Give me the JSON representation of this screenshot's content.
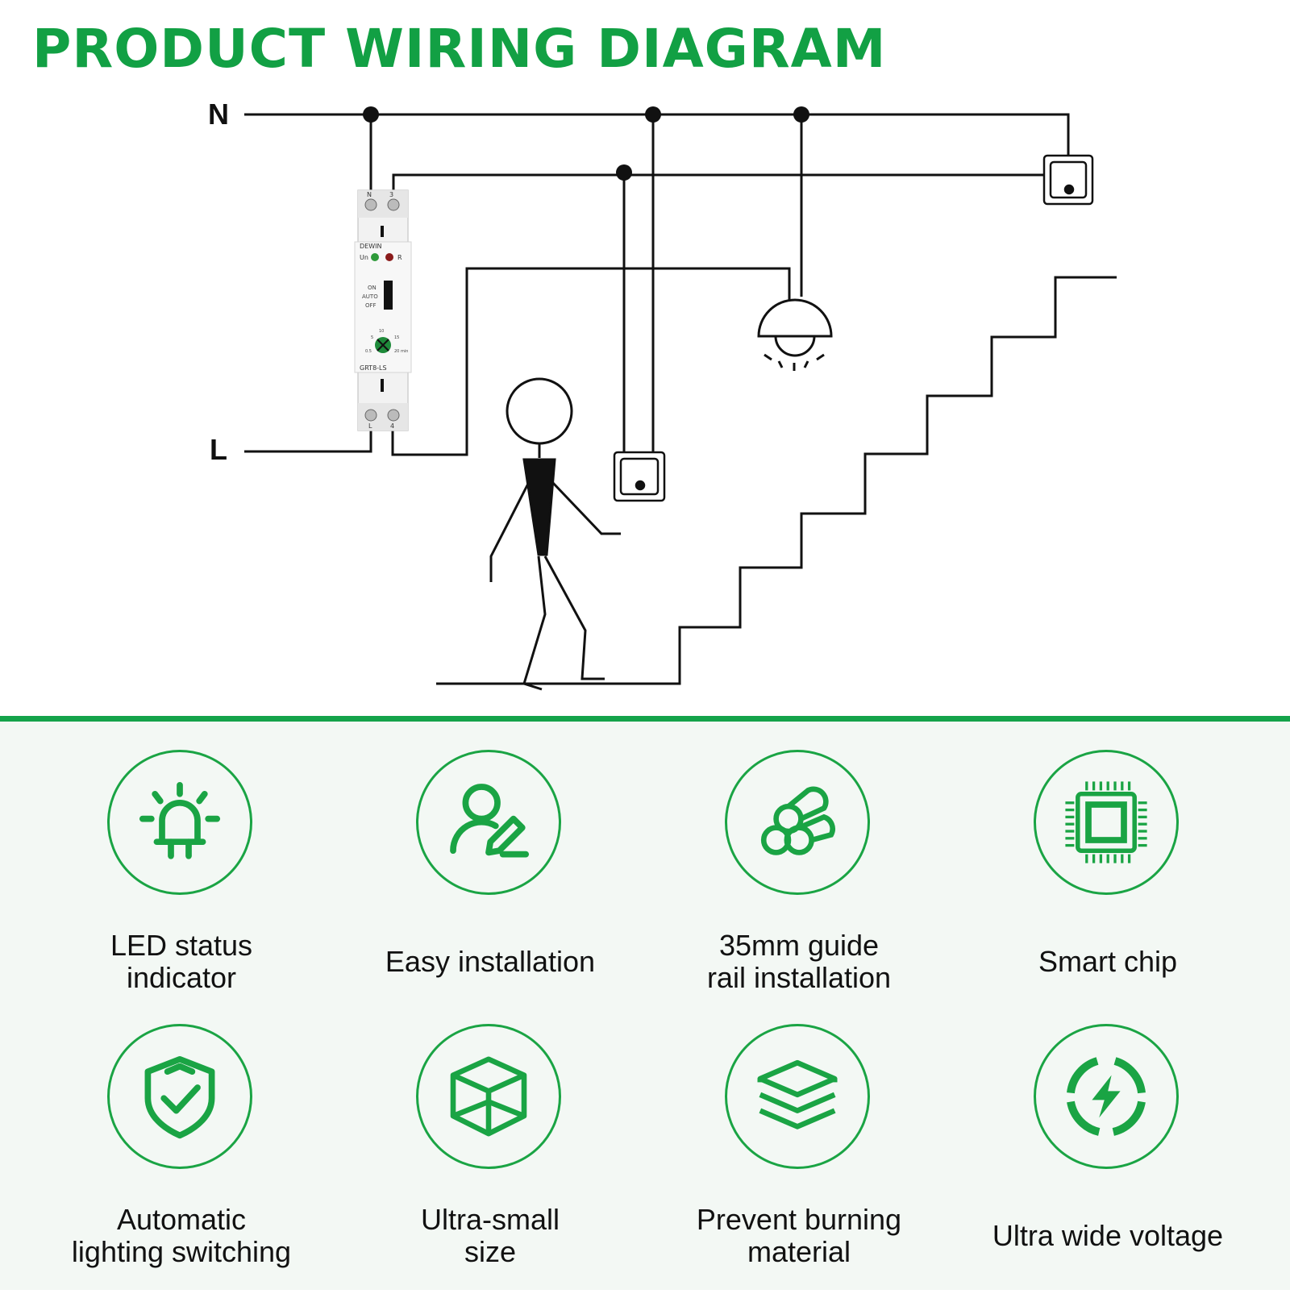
{
  "title": "PRODUCT WIRING DIAGRAM",
  "wiring": {
    "neutral_label": "N",
    "live_label": "L",
    "device": {
      "brand": "DEWIN",
      "model": "GRT8-LS",
      "top_terminals": [
        "N",
        "3"
      ],
      "bottom_terminals": [
        "L",
        "4"
      ],
      "led_labels": [
        "Un",
        "R"
      ],
      "mode_labels": [
        "ON",
        "AUTO",
        "OFF"
      ],
      "dial_labels": [
        "10",
        "5",
        "15",
        "0.5",
        "20 min"
      ]
    }
  },
  "features": [
    {
      "label": "LED status\nindicator",
      "icon": "led-indicator-icon"
    },
    {
      "label": "Easy installation",
      "icon": "user-edit-icon"
    },
    {
      "label": "35mm guide\nrail installation",
      "icon": "rail-pipes-icon"
    },
    {
      "label": "Smart chip",
      "icon": "chip-icon"
    },
    {
      "label": "Automatic\nlighting switching",
      "icon": "shield-check-icon"
    },
    {
      "label": "Ultra-small\nsize",
      "icon": "cube-icon"
    },
    {
      "label": "Prevent burning\nmaterial",
      "icon": "layers-icon"
    },
    {
      "label": "Ultra wide voltage",
      "icon": "power-bolt-icon"
    }
  ],
  "colors": {
    "accent": "#12a044",
    "panel": "#f3f8f4",
    "line": "#111111"
  }
}
